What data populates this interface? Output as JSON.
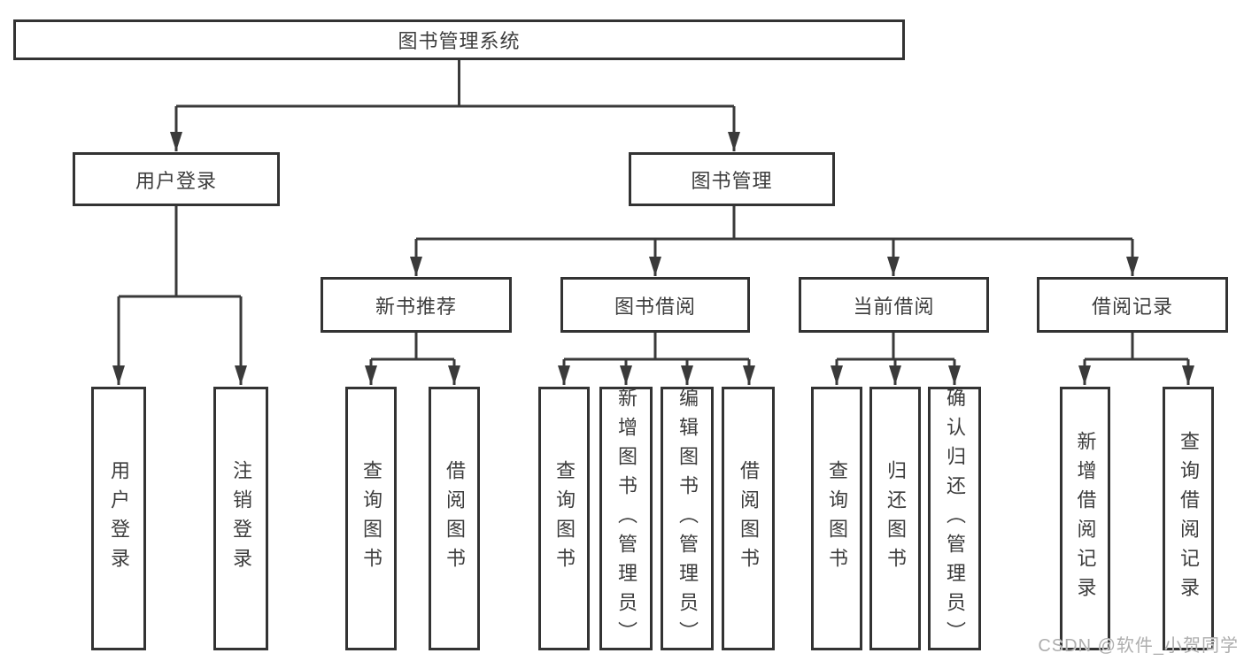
{
  "diagram": {
    "root": "图书管理系统",
    "level2": {
      "user_login": "用户登录",
      "book_management": "图书管理"
    },
    "level3": {
      "new_books": "新书推荐",
      "book_borrowing": "图书借阅",
      "current_borrowing": "当前借阅",
      "borrowing_records": "借阅记录"
    },
    "leaves": {
      "user_login": "用户登录",
      "logout": "注销登录",
      "nb_query_books": "查询图书",
      "nb_borrow_books": "借阅图书",
      "bb_query_books": "查询图书",
      "bb_add_books": "新增图书（管理员）",
      "bb_edit_books": "编辑图书（管理员）",
      "bb_borrow_books": "借阅图书",
      "cb_query_books": "查询图书",
      "cb_return_books": "归还图书",
      "cb_confirm_return": "确认归还（管理员）",
      "br_add_record": "新增借阅记录",
      "br_query_record": "查询借阅记录"
    }
  },
  "colors": {
    "line": "#3a3a3a",
    "border": "#333333",
    "text": "#3d3d3d",
    "watermark": "#aeaeae"
  },
  "watermark": "CSDN @软件_小贺同学"
}
